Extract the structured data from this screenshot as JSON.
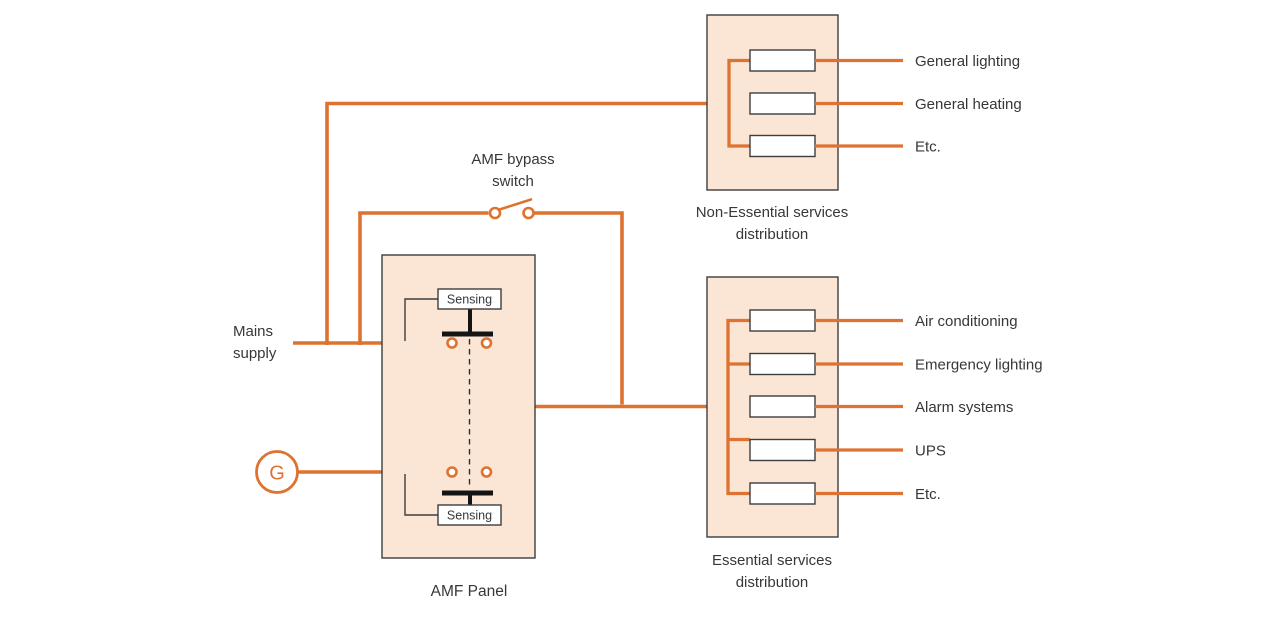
{
  "colors": {
    "line": "#DE7230",
    "fill": "#FBE6D5",
    "border": "#3D3D3D",
    "text": "#37373A"
  },
  "nodes": {
    "mains_supply": {
      "line1": "Mains",
      "line2": "supply"
    },
    "generator": {
      "symbol": "G"
    },
    "bypass_switch": {
      "line1": "AMF bypass",
      "line2": "switch"
    },
    "amf_panel": {
      "caption": "AMF Panel",
      "sensing_top": "Sensing",
      "sensing_bottom": "Sensing"
    },
    "non_essential": {
      "caption_line1": "Non-Essential services",
      "caption_line2": "distribution",
      "outputs": [
        "General lighting",
        "General heating",
        "Etc."
      ]
    },
    "essential": {
      "caption_line1": "Essential services",
      "caption_line2": "distribution",
      "outputs": [
        "Air conditioning",
        "Emergency lighting",
        "Alarm systems",
        "UPS",
        "Etc."
      ]
    }
  }
}
